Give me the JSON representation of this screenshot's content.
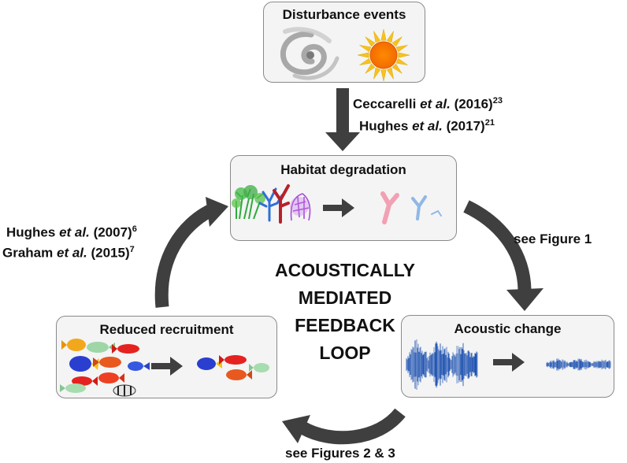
{
  "disturbance": {
    "title": "Disturbance events",
    "icons": [
      "cyclone-icon",
      "sun-icon"
    ]
  },
  "habitat": {
    "title": "Habitat degradation"
  },
  "acoustic": {
    "title": "Acoustic change"
  },
  "recruitment": {
    "title": "Reduced recruitment"
  },
  "center": {
    "line1": "ACOUSTICALLY",
    "line2": "MEDIATED",
    "line3": "FEEDBACK",
    "line4": "LOOP"
  },
  "refs": {
    "top1": {
      "author": "Ceccarelli",
      "etal": "et al.",
      "year": "(2016)",
      "sup": "23"
    },
    "top2": {
      "author": "Hughes",
      "etal": "et al.",
      "year": "(2017)",
      "sup": "21"
    },
    "left1": {
      "author": "Hughes",
      "etal": "et al.",
      "year": "(2007)",
      "sup": "6"
    },
    "left2": {
      "author": "Graham",
      "etal": "et al.",
      "year": "(2015)",
      "sup": "7"
    },
    "right": "see Figure 1",
    "bottom": "see Figures 2 & 3"
  },
  "colors": {
    "arrow": "#3f3f3f",
    "box_border": "#8a8a8a",
    "box_fill": "#f4f4f4",
    "wave": "#1a4fb0"
  }
}
